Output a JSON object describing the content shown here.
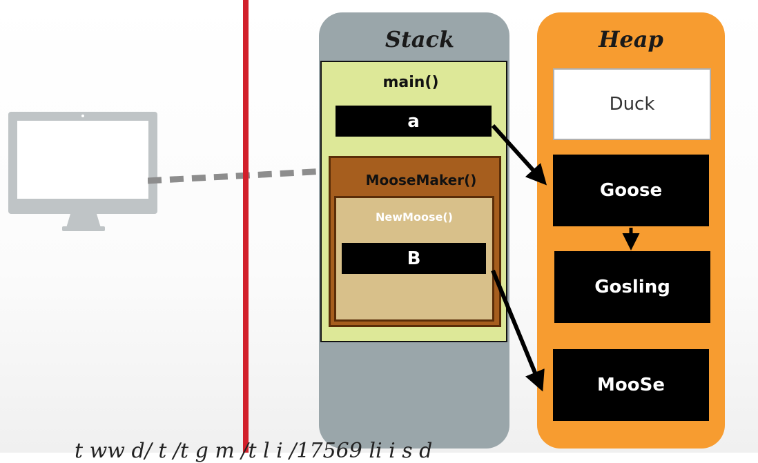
{
  "stack": {
    "title": "Stack"
  },
  "heap": {
    "title": "Heap"
  },
  "frames": {
    "main": {
      "label": "main()",
      "var": "a"
    },
    "moosemaker": {
      "label": "MooseMaker()"
    },
    "newmoose": {
      "label": "NewMoose()",
      "var": "B"
    }
  },
  "heap_objects": [
    "Duck",
    "Goose",
    "Gosling",
    "MooSe"
  ],
  "footer": {
    "partial_text": "t   ww       d/  t   /t   g   m  /t  l  i   /17569  li    i  s                    d"
  },
  "colors": {
    "stack_bg": "#9aa6aa",
    "heap_bg": "#f79c30",
    "main_frame_bg": "#dde898",
    "moosemaker_bg": "#a65e1e",
    "newmoose_bg": "#d8c08a",
    "divider_red": "#d2202b",
    "monitor_gray": "#bfc4c6",
    "dash_gray": "#8d8d8d"
  }
}
